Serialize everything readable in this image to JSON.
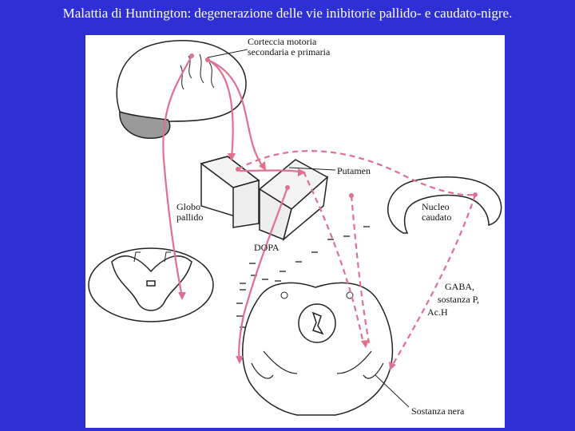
{
  "title": "Malattia di Huntington: degenerazione delle vie inibitorie pallido- e caudato-nigre.",
  "labels": {
    "cortex": "Corteccia motoria\nsecondaria e primaria",
    "putamen": "Putamen",
    "globus": "Globo\npallido",
    "caudate": "Nucleo\ncaudato",
    "dopa": "DOPA",
    "gaba_line1": "GABA,",
    "gaba_line2": "sostanza P,",
    "gaba_line3": "Ac.H",
    "nigra": "Sostanza nera"
  },
  "colors": {
    "background": "#2f2fd6",
    "panel": "#ffffff",
    "pathway": "#e07090",
    "outline": "#222222"
  }
}
